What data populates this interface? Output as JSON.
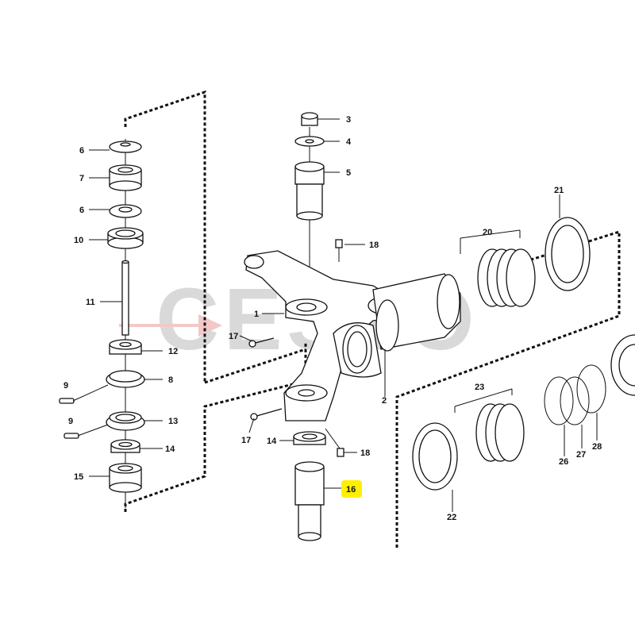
{
  "watermark": {
    "text": "CESTO"
  },
  "highlight_color": "#fff000",
  "part_labels": {
    "p1": "1",
    "p2": "2",
    "p3": "3",
    "p4": "4",
    "p5": "5",
    "p6a": "6",
    "p6b": "6",
    "p7": "7",
    "p8": "8",
    "p9a": "9",
    "p9b": "9",
    "p10": "10",
    "p11": "11",
    "p12": "12",
    "p13": "13",
    "p14a": "14",
    "p14b": "14",
    "p15": "15",
    "p16": "16",
    "p17a": "17",
    "p17b": "17",
    "p18a": "18",
    "p18b": "18",
    "p20": "20",
    "p21": "21",
    "p22": "22",
    "p23": "23",
    "p26": "26",
    "p27": "27",
    "p28": "28"
  }
}
